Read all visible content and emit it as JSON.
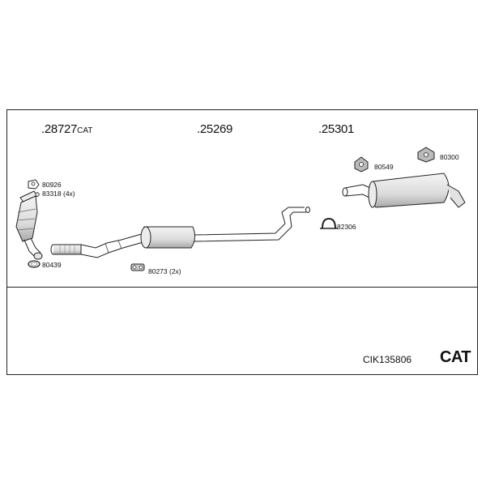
{
  "main_parts": [
    {
      "number": ".28727",
      "suffix": "CAT"
    },
    {
      "number": ".25269",
      "suffix": ""
    },
    {
      "number": ".25301",
      "suffix": ""
    }
  ],
  "fittings": {
    "f80926": "80926",
    "f83318": "83318 (4x)",
    "f80439": "80439",
    "f80273": "80273 (2x)",
    "f82306": "82306",
    "f80549": "80549",
    "f80300": "80300"
  },
  "kit_number": "CIK135806",
  "category": "CAT",
  "colors": {
    "line": "#222222",
    "part_fill": "#e6e6e6",
    "part_shade": "#bdbdbd"
  }
}
